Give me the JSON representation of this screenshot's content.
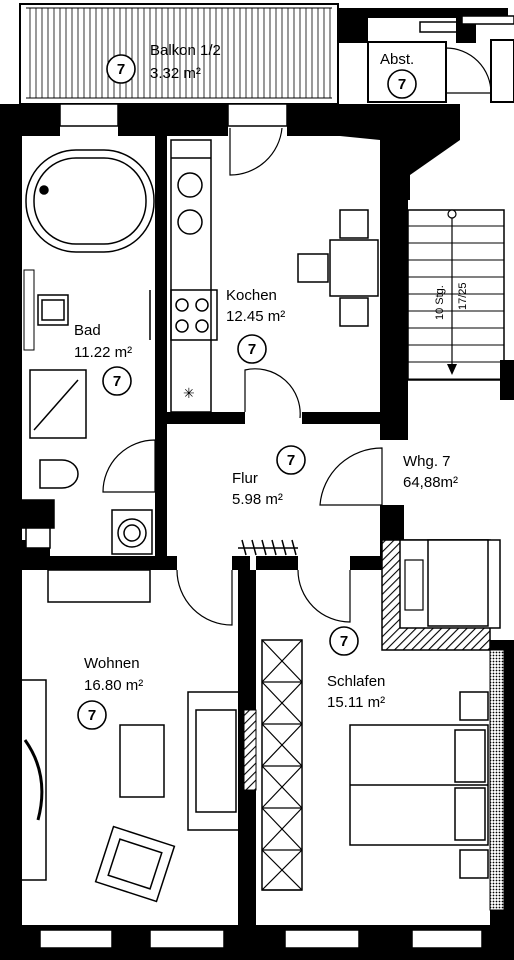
{
  "plan": {
    "rooms": [
      {
        "id": "balkon",
        "name": "Balkon 1/2",
        "area": "3.32 m²",
        "unit": "7"
      },
      {
        "id": "abst",
        "name": "Abst.",
        "area": "",
        "unit": "7"
      },
      {
        "id": "kochen",
        "name": "Kochen",
        "area": "12.45 m²",
        "unit": "7"
      },
      {
        "id": "bad",
        "name": "Bad",
        "area": "11.22 m²",
        "unit": "7"
      },
      {
        "id": "flur",
        "name": "Flur",
        "area": "5.98 m²",
        "unit": "7"
      },
      {
        "id": "whg",
        "name": "Whg. 7",
        "area": "64,88m²",
        "unit": ""
      },
      {
        "id": "wohnen",
        "name": "Wohnen",
        "area": "16.80 m²",
        "unit": "7"
      },
      {
        "id": "schlafen",
        "name": "Schlafen",
        "area": "15.11 m²",
        "unit": "7"
      }
    ],
    "stair_label_1": "10 Stg.",
    "stair_label_2": "17/25"
  }
}
